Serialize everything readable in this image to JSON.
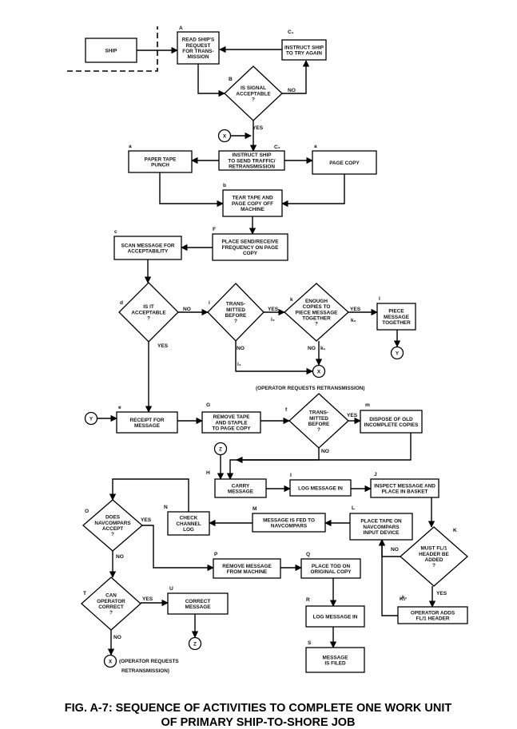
{
  "nodes": {
    "ship": {
      "lines": [
        "SHIP"
      ],
      "tag": ""
    },
    "readRequest": {
      "lines": [
        "READ SHIP'S",
        "REQUEST",
        "FOR TRANS-",
        "MISSION"
      ],
      "tag": "A"
    },
    "instructTry": {
      "lines": [
        "INSTRUCT SHIP",
        "TO TRY AGAIN"
      ],
      "tag": "C₁"
    },
    "signalOk": {
      "lines": [
        "IS SIGNAL",
        "ACCEPTABLE",
        "?"
      ],
      "tag": "B"
    },
    "instructSend": {
      "lines": [
        "INSTRUCT SHIP",
        "TO SEND TRAFFIC/",
        "RETRANSMISSION"
      ],
      "tag": "C₂"
    },
    "paperTape": {
      "lines": [
        "PAPER TAPE",
        "PUNCH"
      ],
      "tag": "a"
    },
    "pageCopy": {
      "lines": [
        "PAGE COPY"
      ],
      "tag": "a"
    },
    "tearTape": {
      "lines": [
        "TEAR TAPE AND",
        "PAGE COPY OFF",
        "MACHINE"
      ],
      "tag": "b"
    },
    "placeFreq": {
      "lines": [
        "PLACE SEND/RECEIVE",
        "FREQUENCY ON PAGE",
        "COPY"
      ],
      "tag": "F"
    },
    "scanMsg": {
      "lines": [
        "SCAN MESSAGE FOR",
        "ACCEPTABILITY"
      ],
      "tag": "c"
    },
    "isAcceptable": {
      "lines": [
        "IS IT",
        "ACCEPTABLE",
        "?"
      ],
      "tag": "d"
    },
    "transBefore1": {
      "lines": [
        "TRANS-",
        "MITTED",
        "BEFORE",
        "?"
      ],
      "tag": "i"
    },
    "enoughCopies": {
      "lines": [
        "ENOUGH",
        "COPIES TO",
        "PIECE MESSAGE",
        "TOGETHER",
        "?"
      ],
      "tag": "k"
    },
    "pieceMsg": {
      "lines": [
        "PIECE",
        "MESSAGE",
        "TOGETHER"
      ],
      "tag": "l"
    },
    "receipt": {
      "lines": [
        "RECEIPT FOR",
        "MESSAGE"
      ],
      "tag": "e"
    },
    "removeTape": {
      "lines": [
        "REMOVE TAPE",
        "AND STAPLE",
        "TO PAGE COPY"
      ],
      "tag": "G"
    },
    "transBefore2": {
      "lines": [
        "TRANS-",
        "MITTED",
        "BEFORE",
        "?"
      ],
      "tag": "f"
    },
    "dispose": {
      "lines": [
        "DISPOSE OF OLD",
        "INCOMPLETE COPIES"
      ],
      "tag": "m"
    },
    "carryMsg": {
      "lines": [
        "CARRY",
        "MESSAGE"
      ],
      "tag": "H"
    },
    "logIn1": {
      "lines": [
        "LOG MESSAGE IN"
      ],
      "tag": "I"
    },
    "inspect": {
      "lines": [
        "INSPECT MESSAGE AND",
        "PLACE IN BASKET"
      ],
      "tag": "J"
    },
    "navAccept": {
      "lines": [
        "DOES",
        "NAVCOMPARS",
        "ACCEPT",
        "?"
      ],
      "tag": "O"
    },
    "checkLog": {
      "lines": [
        "CHECK",
        "CHANNEL",
        "LOG"
      ],
      "tag": "N"
    },
    "fedNav": {
      "lines": [
        "MESSAGE IS FED TO",
        "NAVCOMPARS"
      ],
      "tag": "M"
    },
    "placeTapeNav": {
      "lines": [
        "PLACE TAPE ON",
        "NAVCOMPARS",
        "INPUT DEVICE"
      ],
      "tag": "L"
    },
    "mustHeader": {
      "lines": [
        "MUST FL/1",
        "HEADER BE",
        "ADDED",
        "?"
      ],
      "tag": "K"
    },
    "removeFromMachine": {
      "lines": [
        "REMOVE MESSAGE",
        "FROM MACHINE"
      ],
      "tag": "P"
    },
    "placeTod": {
      "lines": [
        "PLACE TOD ON",
        "ORIGINAL COPY"
      ],
      "tag": "Q"
    },
    "canCorrect": {
      "lines": [
        "CAN",
        "OPERATOR",
        "CORRECT",
        "?"
      ],
      "tag": "T"
    },
    "correctMsg": {
      "lines": [
        "CORRECT",
        "MESSAGE"
      ],
      "tag": "U"
    },
    "logIn2": {
      "lines": [
        "LOG MESSAGE IN"
      ],
      "tag": "R"
    },
    "addsHeader": {
      "lines": [
        "OPERATOR ADDS",
        "FL/1 HEADER"
      ],
      "tag": "K₁"
    },
    "filed": {
      "lines": [
        "MESSAGE",
        "IS FILED"
      ],
      "tag": "S"
    }
  },
  "connectors": {
    "x1": "X",
    "x2": "X",
    "x3": "X",
    "y1": "Y",
    "y2": "Y",
    "z1": "Z",
    "z2": "Z"
  },
  "branch_labels": {
    "no": "NO",
    "yes": "YES",
    "i1": "i₁",
    "i2": "i₂",
    "k1": "k₁",
    "k2": "k₂"
  },
  "notes": {
    "retrans_top": "(OPERATOR REQUESTS RETRANSMISSION)",
    "retrans_bottom_1": "(OPERATOR REQUESTS",
    "retrans_bottom_2": "RETRANSMISSION)"
  },
  "caption": {
    "line1": "FIG. A-7:  SEQUENCE OF ACTIVITIES TO COMPLETE ONE WORK UNIT",
    "line2": "OF PRIMARY SHIP-TO-SHORE JOB"
  }
}
